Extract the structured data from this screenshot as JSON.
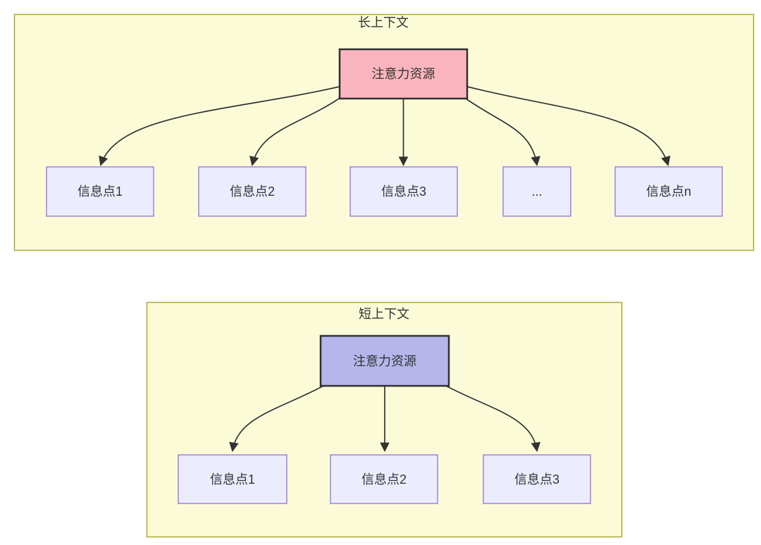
{
  "diagram": {
    "type": "flowchart-comparison",
    "colors": {
      "page_background": "#ffffff",
      "container_fill": "#fbfbd8",
      "container_border": "#a9a933",
      "info_node_fill": "#ececff",
      "info_node_border": "#9370db",
      "long_root_fill": "#fbb5be",
      "short_root_fill": "#b6b6eb",
      "root_border": "#2f2f2f",
      "arrow": "#333333",
      "text": "#333333"
    },
    "sections": [
      {
        "title": "长上下文",
        "root": {
          "label": "注意力资源"
        },
        "children": [
          {
            "label": "信息点1"
          },
          {
            "label": "信息点2"
          },
          {
            "label": "信息点3"
          },
          {
            "label": "..."
          },
          {
            "label": "信息点n"
          }
        ]
      },
      {
        "title": "短上下文",
        "root": {
          "label": "注意力资源"
        },
        "children": [
          {
            "label": "信息点1"
          },
          {
            "label": "信息点2"
          },
          {
            "label": "信息点3"
          }
        ]
      }
    ]
  }
}
